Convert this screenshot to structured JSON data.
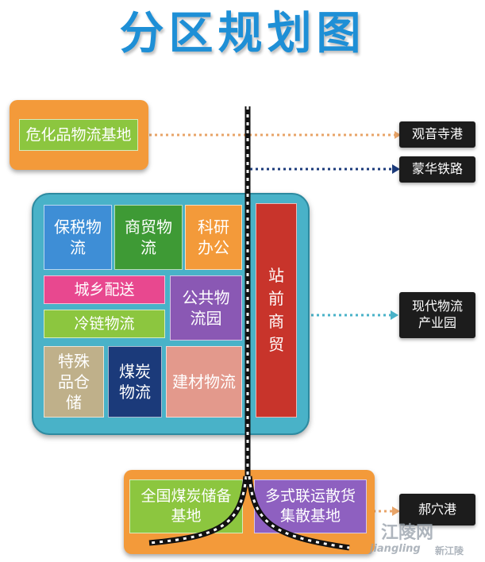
{
  "title": "分区规划图",
  "zones": {
    "hazmat": "危化品物流基地",
    "bonded": "保税物流",
    "trade": "商贸物流",
    "research": "科研办公",
    "urban_rural": "城乡配送",
    "public": "公共物流园",
    "cold_chain": "冷链物流",
    "special": "特殊品仓储",
    "coal": "煤炭物流",
    "building": "建材物流",
    "station": "站前商贸",
    "coal_base": "全国煤炭储备基地",
    "multimodal": "多式联运散货集散基地"
  },
  "destinations": {
    "guanyin": "观音寺港",
    "menghua": "蒙华铁路",
    "modern": "现代物流产业园",
    "haoxue": "郝穴港"
  },
  "watermark": {
    "site": "江陵网",
    "domain": "jiangling",
    "wechat": "新江陵"
  },
  "colors": {
    "title": "#1e8fd6",
    "orange": "#f39a3a",
    "teal": "#49b2c8",
    "green": "#8cc63f",
    "blue": "#3e8ed6",
    "dark_green": "#3e9a35",
    "pink": "#e8488f",
    "purple": "#8a58b4",
    "tan": "#bfb08a",
    "navy": "#1b3a7a",
    "salmon": "#e3998c",
    "red": "#c8342b",
    "violet": "#8e60c0",
    "black": "#1c1c1c"
  }
}
